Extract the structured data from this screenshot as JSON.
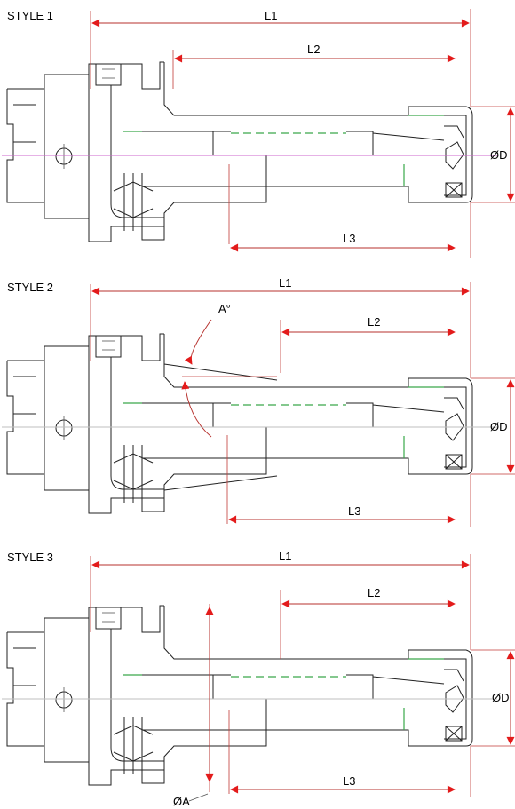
{
  "colors": {
    "dimension": "#b7322e",
    "arrow": "#e31b1b",
    "ground": "#3aa84a",
    "axis_style1": "#cc66cc"
  },
  "styles": [
    {
      "title": "STYLE 1",
      "labels": {
        "L1": "L1",
        "L2": "L2",
        "L3": "L3",
        "D": "ØD"
      }
    },
    {
      "title": "STYLE 2",
      "labels": {
        "L1": "L1",
        "L2": "L2",
        "L3": "L3",
        "D": "ØD",
        "angle": "A°"
      }
    },
    {
      "title": "STYLE 3",
      "labels": {
        "L1": "L1",
        "L2": "L2",
        "L3": "L3",
        "D": "ØD",
        "A": "ØA"
      }
    }
  ]
}
